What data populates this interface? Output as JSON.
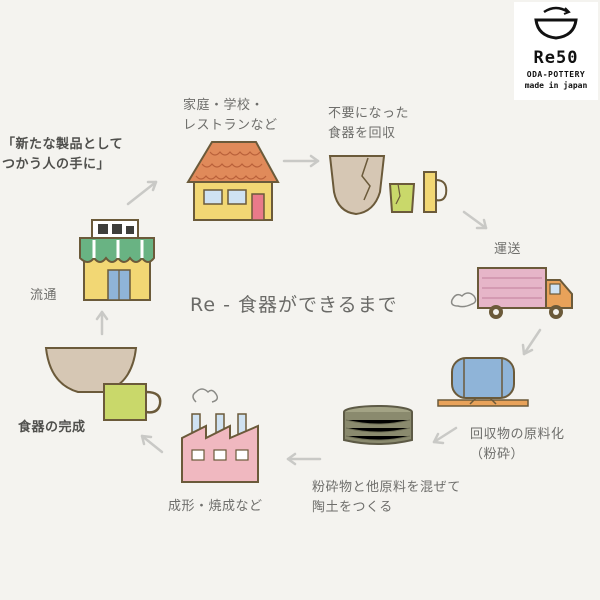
{
  "logo": {
    "name": "Re50",
    "company": "ODA-POTTERY",
    "tagline": "made in japan"
  },
  "center_title": "Re - 食器ができるまで",
  "steps": [
    {
      "id": "households",
      "label": "家庭・学校・\nレストランなど",
      "icon": "house-icon"
    },
    {
      "id": "collect",
      "label": "不要になった\n食器を回収",
      "icon": "broken-tableware-icon"
    },
    {
      "id": "transport",
      "label": "運送",
      "icon": "truck-icon"
    },
    {
      "id": "raw",
      "label": "回収物の原料化\n（粉砕）",
      "icon": "crusher-mill-icon"
    },
    {
      "id": "clay",
      "label": "粉砕物と他原料を混ぜて\n陶土をつくる",
      "icon": "clay-block-icon"
    },
    {
      "id": "forming",
      "label": "成形・焼成など",
      "icon": "factory-icon"
    },
    {
      "id": "complete",
      "label": "食器の完成",
      "icon": "bowl-and-cup-icon"
    },
    {
      "id": "distribution",
      "label": "流通",
      "icon": "shop-icon"
    },
    {
      "id": "reuse",
      "label": "「新たな製品として\nつかう人の手に」",
      "icon": ""
    }
  ],
  "colors": {
    "background": "#f4f3ef",
    "arrow": "#c9c9c6",
    "house_roof": "#e08a5a",
    "house_wall": "#f2d774",
    "shop_awning": "#69b383",
    "truck_cargo": "#e6b5c8",
    "mill_drum": "#8fb4d8",
    "clay": "#8a8a6e",
    "factory": "#f0b8c0",
    "bowl": "#d6c7b4",
    "cup": "#c9d86a"
  }
}
